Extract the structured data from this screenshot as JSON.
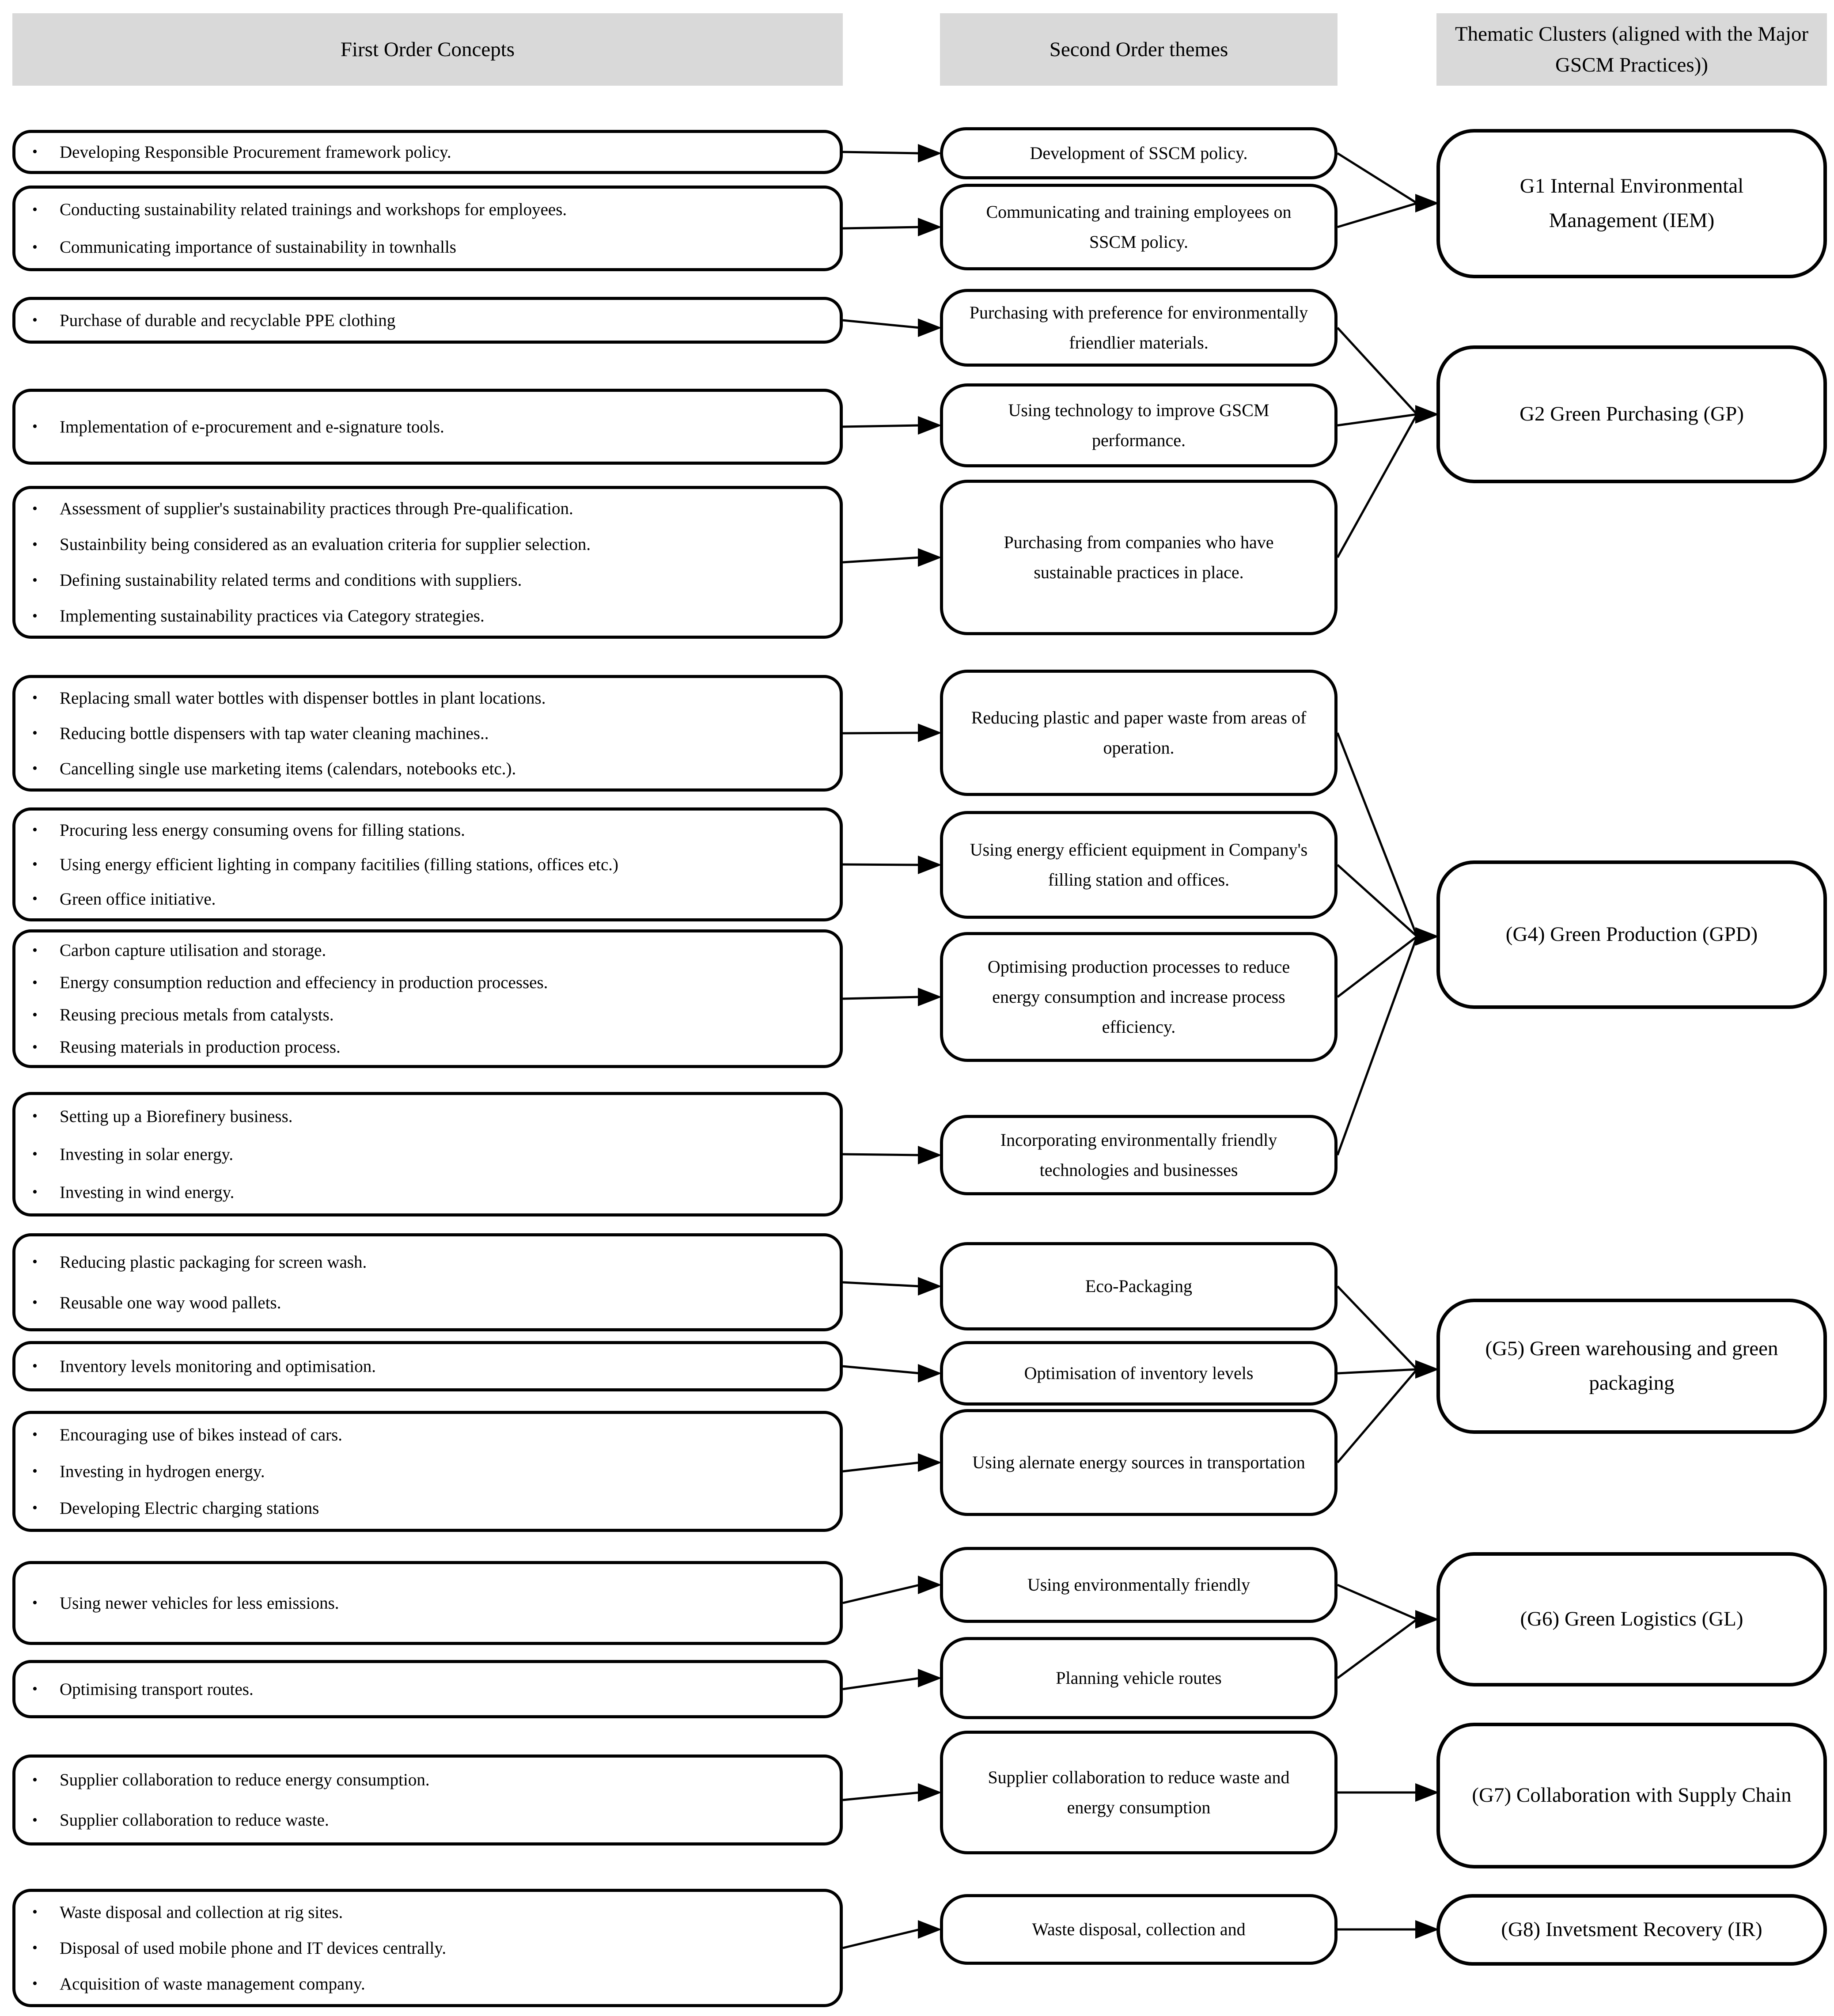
{
  "headers": {
    "first_order": "First Order Concepts",
    "second_order": "Second Order themes",
    "thematic": "Thematic Clusters (aligned with the Major GSCM Practices))"
  },
  "colors": {
    "header_bg": "#d9d9d9",
    "box_border": "#000000",
    "background": "#ffffff",
    "text": "#000000"
  },
  "first_order": [
    {
      "bullets": [
        "Developing Responsible Procurement framework policy."
      ]
    },
    {
      "bullets": [
        "Conducting sustainability related trainings and workshops for employees.",
        "Communicating importance of sustainability in townhalls"
      ]
    },
    {
      "bullets": [
        "Purchase of durable and recyclable PPE clothing"
      ]
    },
    {
      "bullets": [
        "Implementation of e-procurement and e-signature tools."
      ]
    },
    {
      "bullets": [
        "Assessment of supplier's sustainability practices through Pre-qualification.",
        "Sustainbility being considered as an evaluation criteria for supplier selection.",
        "Defining sustainability related terms and conditions with suppliers.",
        "Implementing sustainability practices via Category strategies."
      ]
    },
    {
      "bullets": [
        "Replacing small water bottles with dispenser bottles in plant locations.",
        "Reducing bottle dispensers with tap water cleaning machines..",
        "Cancelling single use marketing items (calendars, notebooks etc.)."
      ]
    },
    {
      "bullets": [
        "Procuring less energy consuming ovens for filling stations.",
        "Using energy efficient lighting in company facitilies (filling stations, offices etc.)",
        "Green office initiative."
      ]
    },
    {
      "bullets": [
        "Carbon capture utilisation and storage.",
        "Energy consumption reduction and effeciency in production processes.",
        "Reusing precious metals from catalysts.",
        "Reusing materials in production process."
      ]
    },
    {
      "bullets": [
        "Setting up a Biorefinery business.",
        "Investing in solar energy.",
        "Investing in wind energy."
      ]
    },
    {
      "bullets": [
        "Reducing plastic packaging for screen wash.",
        "Reusable one way wood pallets."
      ]
    },
    {
      "bullets": [
        "Inventory levels monitoring and optimisation."
      ]
    },
    {
      "bullets": [
        "Encouraging use of bikes instead of cars.",
        "Investing in hydrogen energy.",
        "Developing Electric charging stations"
      ]
    },
    {
      "bullets": [
        "Using newer vehicles for less emissions."
      ]
    },
    {
      "bullets": [
        "Optimising transport routes."
      ]
    },
    {
      "bullets": [
        "Supplier collaboration to reduce energy consumption.",
        "Supplier collaboration to reduce waste."
      ]
    },
    {
      "bullets": [
        "Waste disposal and collection at rig sites.",
        "Disposal of used mobile phone and IT devices centrally.",
        "Acquisition of waste management company."
      ]
    }
  ],
  "second_order": [
    {
      "text": "Development of SSCM policy."
    },
    {
      "text": "Communicating and training employees on SSCM policy."
    },
    {
      "text": "Purchasing with preference for environmentally friendlier materials."
    },
    {
      "text": "Using technology to improve GSCM performance."
    },
    {
      "text": "Purchasing from companies who have sustainable practices in place."
    },
    {
      "text": "Reducing plastic and paper waste from areas of operation."
    },
    {
      "text": "Using energy efficient equipment in Company's filling station and offices."
    },
    {
      "text": "Optimising production processes to reduce energy consumption and increase process efficiency."
    },
    {
      "text": "Incorporating environmentally friendly technologies and businesses"
    },
    {
      "text": "Eco-Packaging"
    },
    {
      "text": "Optimisation of inventory levels"
    },
    {
      "text": "Using alernate energy sources in transportation"
    },
    {
      "text": "Using environmentally friendly"
    },
    {
      "text": "Planning vehicle routes"
    },
    {
      "text": "Supplier collaboration to reduce waste and energy consumption"
    },
    {
      "text": "Waste disposal, collection and"
    }
  ],
  "clusters": [
    {
      "id": "g1",
      "label": "G1 Internal Environmental Management (IEM)"
    },
    {
      "id": "g2",
      "label": "G2 Green Purchasing (GP)"
    },
    {
      "id": "g4",
      "label": "(G4) Green Production (GPD)"
    },
    {
      "id": "g5",
      "label": "(G5) Green warehousing and green packaging"
    },
    {
      "id": "g6",
      "label": "(G6) Green Logistics (GL)"
    },
    {
      "id": "g7",
      "label": "(G7) Collaboration with Supply Chain"
    },
    {
      "id": "g8",
      "label": "(G8) Invetsment Recovery (IR)"
    }
  ],
  "connections": {
    "first_to_second": [
      0,
      1,
      2,
      3,
      4,
      5,
      6,
      7,
      8,
      9,
      10,
      11,
      12,
      13,
      14,
      15
    ],
    "second_to_cluster": [
      "g1",
      "g1",
      "g2",
      "g2",
      "g2",
      "g4",
      "g4",
      "g4",
      "g4",
      "g5",
      "g5",
      "g5",
      "g6",
      "g6",
      "g7",
      "g8"
    ]
  }
}
